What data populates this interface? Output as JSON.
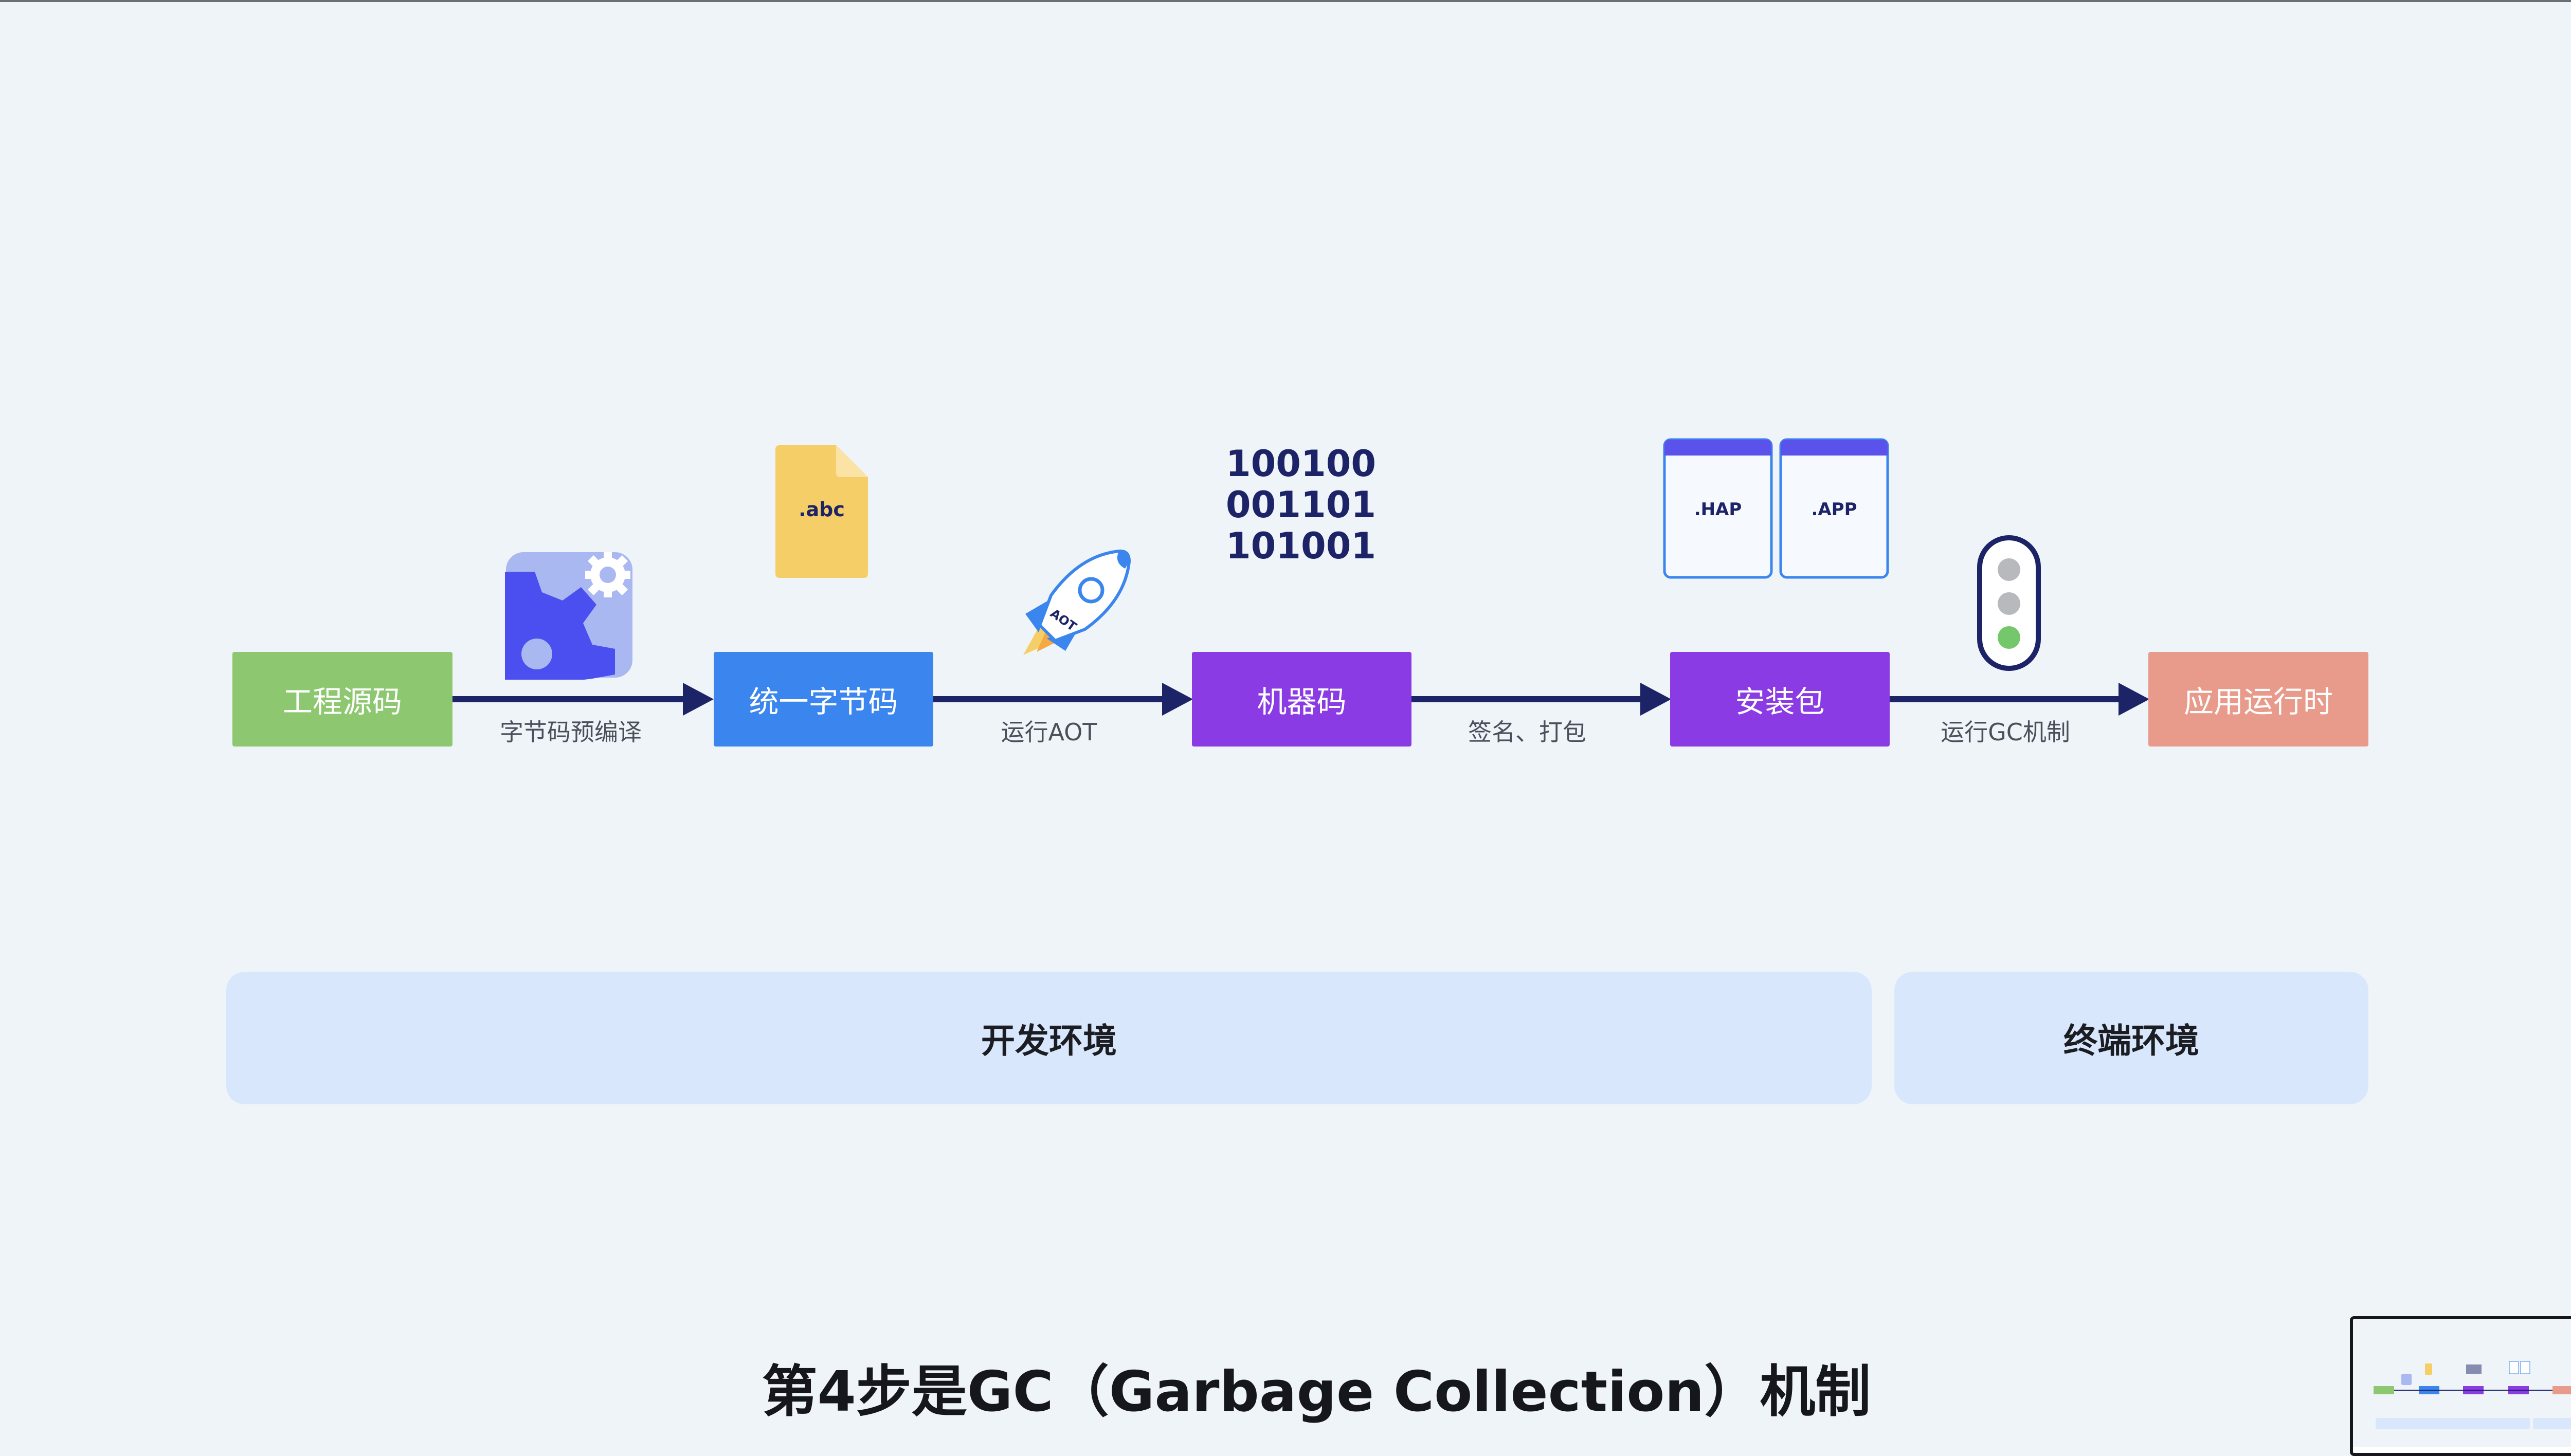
{
  "stages": {
    "source": {
      "label": "工程源码",
      "color": "#8dc76f"
    },
    "bytecode": {
      "label": "统一字节码",
      "color": "#3b86ee"
    },
    "machine": {
      "label": "机器码",
      "color": "#8b3be3"
    },
    "package": {
      "label": "安装包",
      "color": "#8b3be3"
    },
    "runtime": {
      "label": "应用运行时",
      "color": "#e99b8b"
    }
  },
  "edges": {
    "compile": "字节码预编译",
    "aot": "运行AOT",
    "sign": "签名、打包",
    "gc": "运行GC机制"
  },
  "icons": {
    "abc_file": {
      "icon": "file-icon",
      "label": ".abc"
    },
    "rocket": {
      "icon": "rocket-icon",
      "label": "AOT"
    },
    "binary_lines": [
      "100100",
      "001101",
      "101001"
    ],
    "hap_file": {
      "icon": "window-icon",
      "label": ".HAP"
    },
    "app_file": {
      "icon": "window-icon",
      "label": ".APP"
    },
    "gear": {
      "icon": "gear-icon"
    },
    "traffic_light": {
      "icon": "traffic-light-icon"
    }
  },
  "environments": {
    "dev": "开发环境",
    "terminal": "终端环境"
  },
  "caption": "第4步是GC（Garbage Collection）机制",
  "colors": {
    "background": "#eff4f9",
    "arrow": "#1c2367",
    "env_box": "#d8e7fb"
  }
}
